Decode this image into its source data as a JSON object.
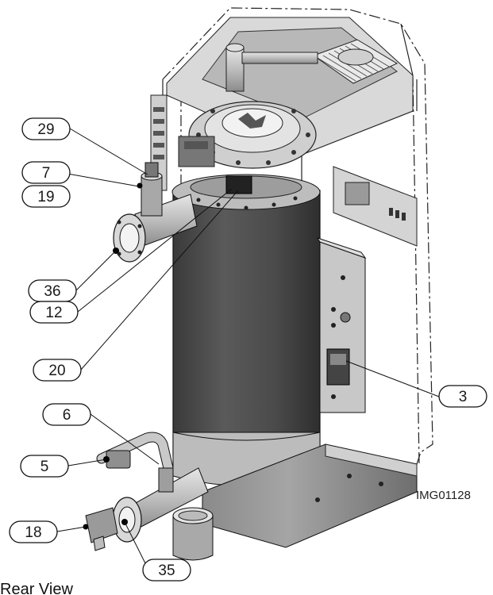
{
  "image_id_label": "IMG01128",
  "view_title": "Rear View",
  "callouts": [
    {
      "id": "c29",
      "label": "29"
    },
    {
      "id": "c7",
      "label": "7"
    },
    {
      "id": "c19",
      "label": "19"
    },
    {
      "id": "c36",
      "label": "36"
    },
    {
      "id": "c12",
      "label": "12"
    },
    {
      "id": "c20",
      "label": "20"
    },
    {
      "id": "c6",
      "label": "6"
    },
    {
      "id": "c5",
      "label": "5"
    },
    {
      "id": "c18",
      "label": "18"
    },
    {
      "id": "c35",
      "label": "35"
    },
    {
      "id": "c3",
      "label": "3"
    }
  ]
}
